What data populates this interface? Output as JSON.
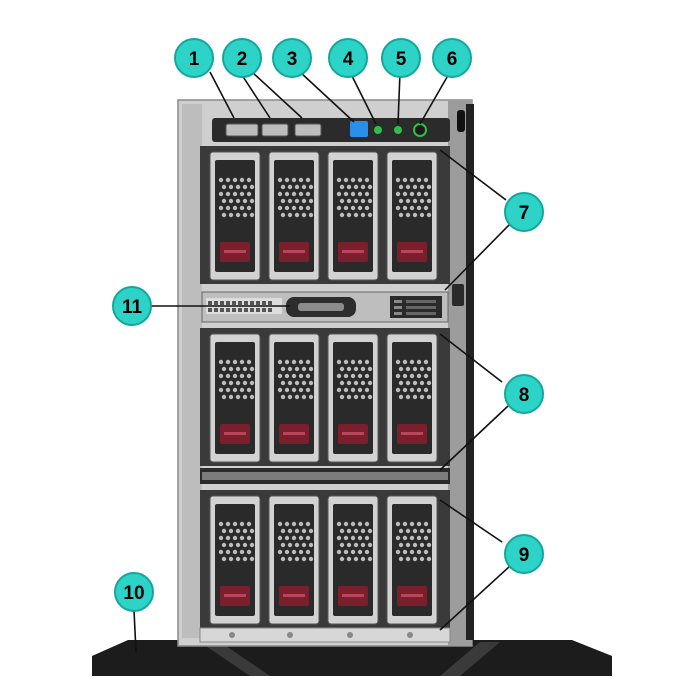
{
  "colors": {
    "callout_fill": "#2ed3c8",
    "callout_stroke": "#12a79c",
    "callout_text": "#000000",
    "chassis": "#c9c9c9",
    "chassis_edge": "#8a8a8a",
    "bay_frame": "#3a3a3a",
    "drive_body": "#2a2a2a",
    "drive_release": "#7a1f2b",
    "uid_button": "#2a8fe8",
    "status_led": "#2fbf4a",
    "base": "#1c1c1c"
  },
  "callouts": [
    {
      "number": "1",
      "target": "usb-port"
    },
    {
      "number": "2",
      "target": "usb-ports"
    },
    {
      "number": "3",
      "target": "uid-button"
    },
    {
      "number": "4",
      "target": "health-led"
    },
    {
      "number": "5",
      "target": "nic-led"
    },
    {
      "number": "6",
      "target": "power-button"
    },
    {
      "number": "7",
      "target": "drive-box-1"
    },
    {
      "number": "8",
      "target": "drive-box-2"
    },
    {
      "number": "9",
      "target": "drive-box-3"
    },
    {
      "number": "10",
      "target": "tower-foot"
    },
    {
      "number": "11",
      "target": "media-bay"
    }
  ]
}
